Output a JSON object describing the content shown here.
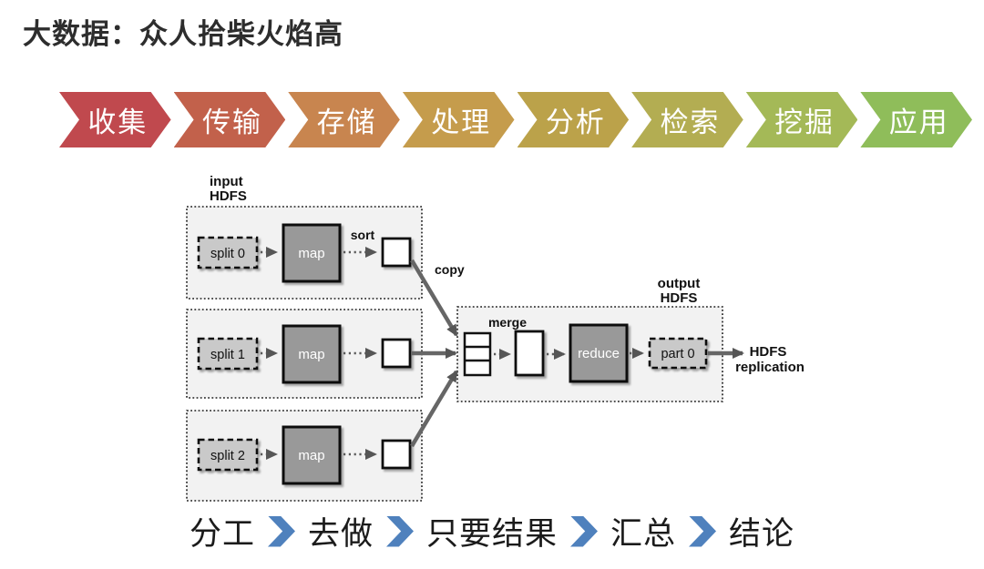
{
  "title": "大数据：众人拾柴火焰高",
  "pipeline": {
    "stages": [
      {
        "label": "收集",
        "color": "#c0494e"
      },
      {
        "label": "传输",
        "color": "#c2614b"
      },
      {
        "label": "存储",
        "color": "#c8854f"
      },
      {
        "label": "处理",
        "color": "#c59c4c"
      },
      {
        "label": "分析",
        "color": "#bba24a"
      },
      {
        "label": "检索",
        "color": "#b3ad52"
      },
      {
        "label": "挖掘",
        "color": "#a4b957"
      },
      {
        "label": "应用",
        "color": "#8fbd5a"
      }
    ]
  },
  "mapreduce": {
    "input_hdfs_line1": "input",
    "input_hdfs_line2": "HDFS",
    "output_hdfs_line1": "output",
    "output_hdfs_line2": "HDFS",
    "splits": [
      "split 0",
      "split 1",
      "split 2"
    ],
    "map_label": "map",
    "sort_label": "sort",
    "copy_label": "copy",
    "merge_label": "merge",
    "reduce_label": "reduce",
    "part_label": "part 0",
    "replication_line1": "HDFS",
    "replication_line2": "replication",
    "colors": {
      "container_fill": "#f2f2f2",
      "process_fill": "#999999",
      "split_fill": "#c9c9c9",
      "arrow": "#5e5e5e"
    }
  },
  "workflow": {
    "steps": [
      "分工",
      "去做",
      "只要结果",
      "汇总",
      "结论"
    ],
    "arrow_color": "#4f81bd"
  }
}
